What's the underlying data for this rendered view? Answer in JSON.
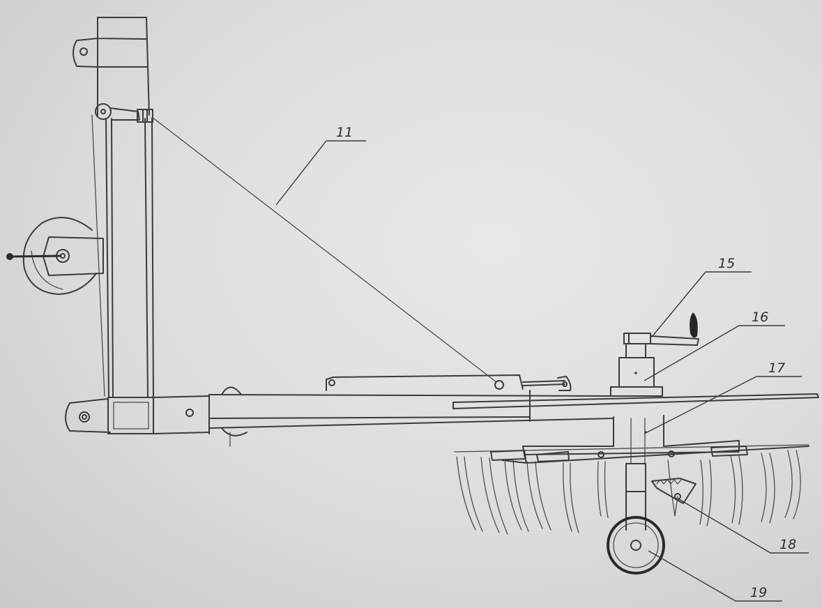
{
  "drawing": {
    "callouts": [
      {
        "id": "11",
        "label": "11"
      },
      {
        "id": "15",
        "label": "15"
      },
      {
        "id": "16",
        "label": "16"
      },
      {
        "id": "17",
        "label": "17"
      },
      {
        "id": "18",
        "label": "18"
      },
      {
        "id": "19",
        "label": "19"
      }
    ],
    "colors": {
      "ink": "#3a3a3a",
      "paper": "#dcdcda"
    }
  }
}
